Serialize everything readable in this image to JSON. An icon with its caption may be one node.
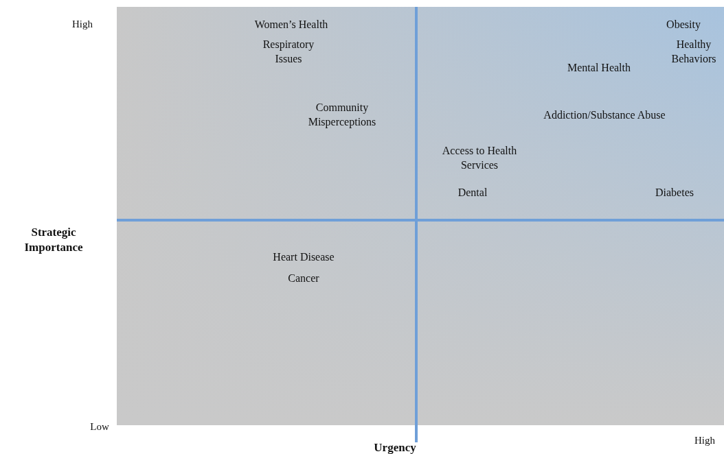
{
  "diagram": {
    "labels": [
      "High",
      "Women’s Health",
      "Respiratory Issues",
      "Obesity",
      "Healthy Behaviors",
      "Mental Health",
      "Community Misperceptions",
      "Addiction/Substance Abuse",
      "Access to Health Services",
      "Dental",
      "Diabetes",
      "Strategic Importance",
      "Heart Disease",
      "Cancer",
      "Low",
      "Urgency",
      "High"
    ]
  }
}
